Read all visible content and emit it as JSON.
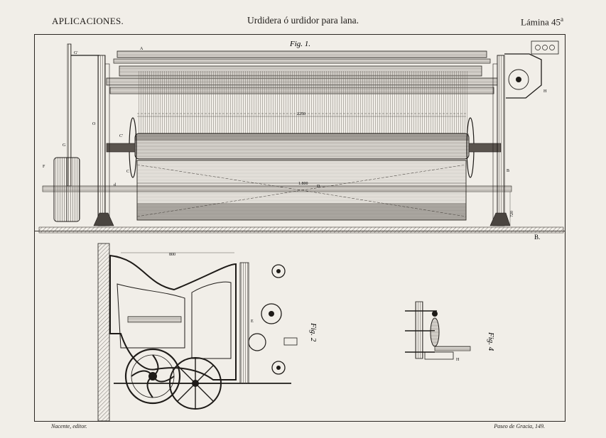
{
  "header": {
    "section": "APLICACIONES.",
    "title": "Urdidera ó urdidor para lana.",
    "plate_label": "Lámina",
    "plate_number": "45",
    "plate_suffix": "a"
  },
  "figures": {
    "fig1": "Fig. 1.",
    "fig2": "Fig. 2",
    "fig4": "Fig. 4"
  },
  "dimensions": {
    "width_top": "2250",
    "width_drum": "1.800",
    "height_right": "720",
    "fig2_top": "800"
  },
  "letters": {
    "A": "A",
    "B": "B",
    "C": "C",
    "C1": "C'",
    "D": "D",
    "E": "E",
    "F": "F",
    "G": "G",
    "G1": "G'",
    "H": "H",
    "O": "O",
    "d": "d"
  },
  "signature": "B.",
  "footer": {
    "publisher": "Nacente, editor.",
    "address": "Paseo de Gracia, 149."
  }
}
